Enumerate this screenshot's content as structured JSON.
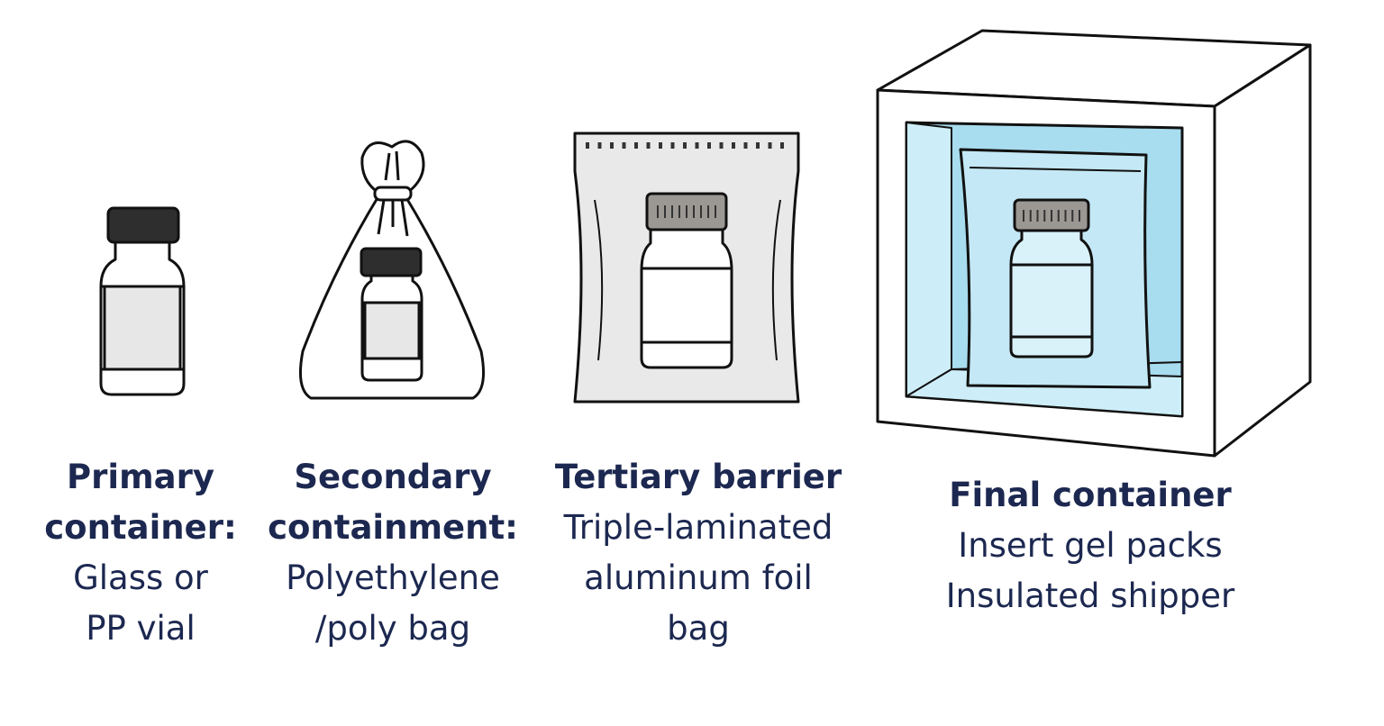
{
  "colors": {
    "outline": "#111111",
    "text": "#1c2850",
    "cap_dark": "#2e2e2e",
    "cap_gray": "#9b9894",
    "label_gray": "#e7e7e7",
    "foil_gray": "#e9e9e9",
    "insulation_blue": "#a8dcef",
    "insulation_light": "#cdeef8"
  },
  "stages": [
    {
      "id": "primary",
      "icon": "glass-vial-icon",
      "lines": [
        {
          "text": "Primary",
          "bold": true
        },
        {
          "text": "container:",
          "bold": true
        },
        {
          "text": "Glass or",
          "bold": false
        },
        {
          "text": "PP vial",
          "bold": false
        }
      ]
    },
    {
      "id": "secondary",
      "icon": "poly-bag-icon",
      "lines": [
        {
          "text": "Secondary",
          "bold": true
        },
        {
          "text": "containment:",
          "bold": true
        },
        {
          "text": "Polyethylene",
          "bold": false
        },
        {
          "text": "/poly bag",
          "bold": false
        }
      ]
    },
    {
      "id": "tertiary",
      "icon": "foil-bag-icon",
      "lines": [
        {
          "text": "Tertiary barrier",
          "bold": true
        },
        {
          "text": "Triple-laminated",
          "bold": false
        },
        {
          "text": "aluminum foil",
          "bold": false
        },
        {
          "text": "bag",
          "bold": false
        }
      ]
    },
    {
      "id": "final",
      "icon": "insulated-shipper-icon",
      "lines": [
        {
          "text": "Final container",
          "bold": true
        },
        {
          "text": "Insert gel packs",
          "bold": false
        },
        {
          "text": "Insulated shipper",
          "bold": false
        }
      ]
    }
  ]
}
